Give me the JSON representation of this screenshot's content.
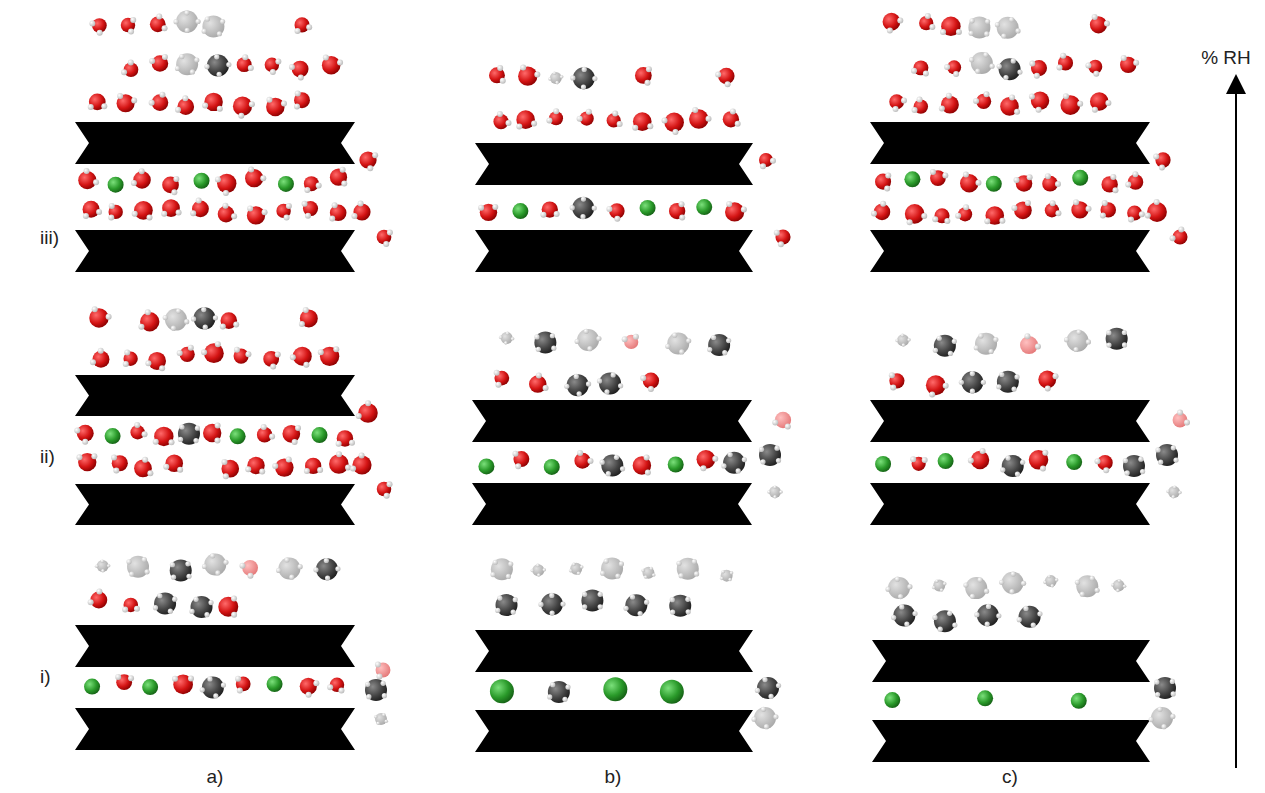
{
  "diagram": {
    "labels": [
      "iii)",
      "ii)",
      "i)",
      "a)",
      "b)",
      "c)",
      "% RH"
    ]
  }
}
